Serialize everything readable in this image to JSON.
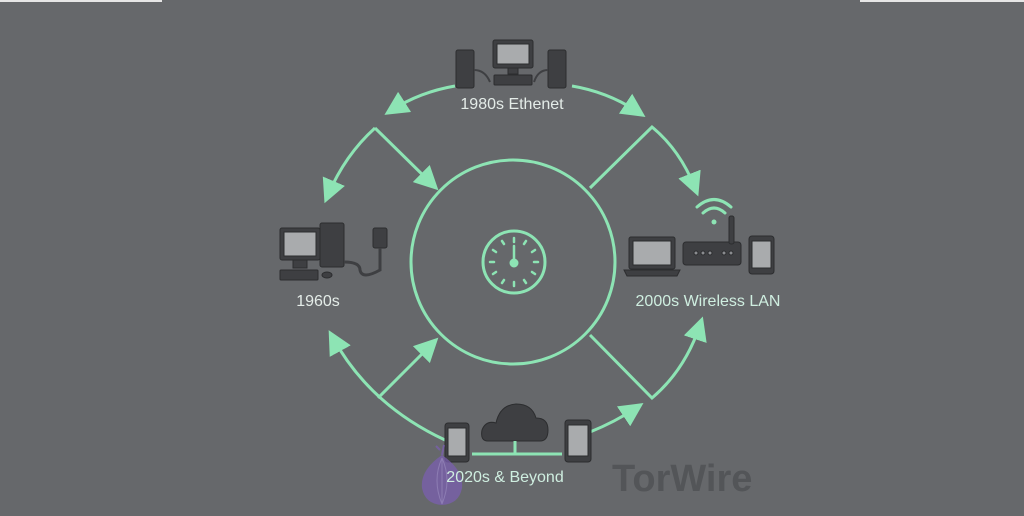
{
  "labels": {
    "top": "1980s Ethenet",
    "left": "1960s",
    "right": "2000s Wireless LAN",
    "bottom": "2020s & Beyond"
  },
  "watermark": "TorWire",
  "colors": {
    "background": "#66686b",
    "accent": "#8de4b4",
    "device": "#3e3f42",
    "screen": "#a9abad"
  },
  "icons": [
    "clock-icon",
    "desktop-computer-icon",
    "network-computers-icon",
    "laptop-icon",
    "router-icon",
    "wifi-icon",
    "smartphone-icon",
    "cloud-icon",
    "onion-logo-icon"
  ]
}
